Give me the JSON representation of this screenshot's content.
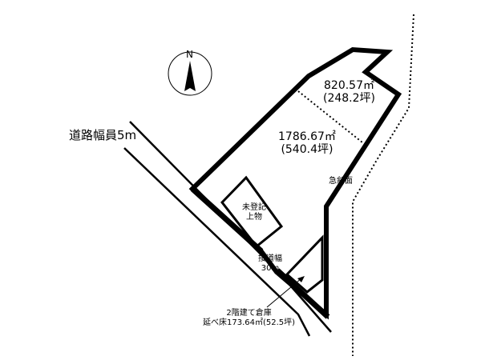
{
  "compass": {
    "north_label": "N"
  },
  "road": {
    "label": "道路幅員5m"
  },
  "plots": [
    {
      "area": "820.57㎡",
      "tsubo": "(248.2坪)"
    },
    {
      "area": "1786.67㎡",
      "tsubo": "(540.4坪)"
    }
  ],
  "slope": {
    "label": "急斜面"
  },
  "unregistered_building": {
    "line1": "未登記",
    "line2": "上物"
  },
  "frontage": {
    "line1": "接道幅",
    "line2": "30m"
  },
  "warehouse": {
    "line1": "2階建て倉庫",
    "line2": "延べ床173.64㎡(52.5坪)"
  },
  "colors": {
    "line": "#000000",
    "background": "#ffffff"
  }
}
